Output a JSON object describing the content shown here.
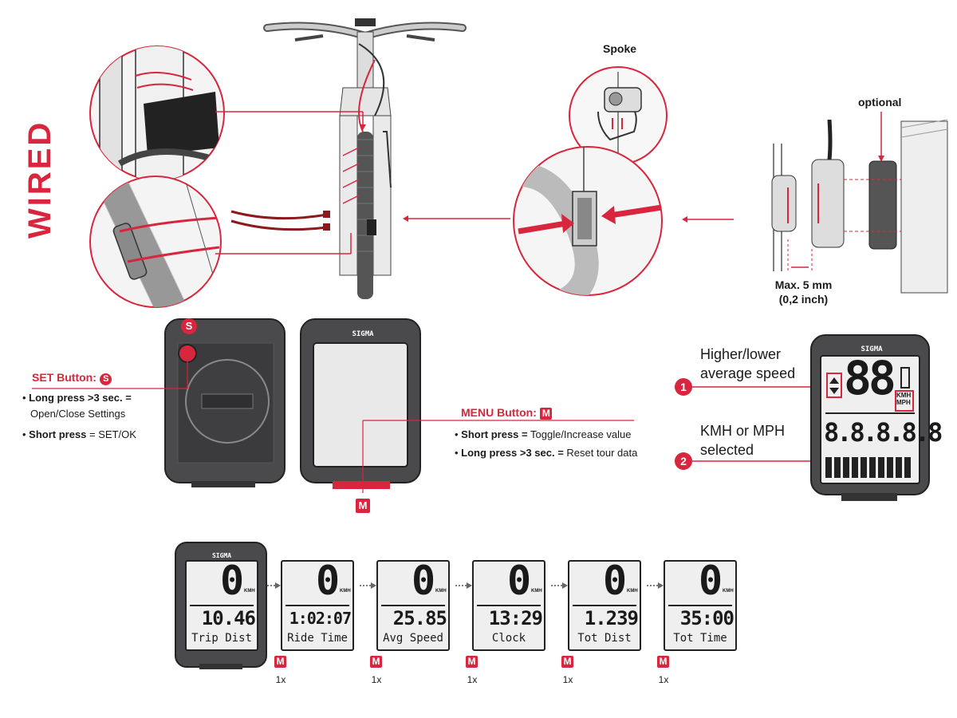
{
  "title": "WIRED",
  "labels": {
    "spoke": "Spoke",
    "optional": "optional",
    "max_line1": "Max. 5 mm",
    "max_line2": "(0,2 inch)"
  },
  "device_brand": "SIGMA",
  "set_button": {
    "heading": "SET Button:",
    "badge": "S",
    "bullets": [
      {
        "bold": "Long press >3 sec. =",
        "text": "Open/Close Settings"
      },
      {
        "bold": "Short press",
        "text": "= SET/OK"
      }
    ]
  },
  "menu_button": {
    "heading": "MENU Button:",
    "badge": "M",
    "bullets": [
      {
        "bold": "Short press =",
        "text": "Toggle/Increase value"
      },
      {
        "bold": "Long press >3 sec. =",
        "text": "Reset tour data"
      }
    ]
  },
  "callouts": [
    {
      "num": "1",
      "line1": "Higher/lower",
      "line2": "average speed"
    },
    {
      "num": "2",
      "line1": "KMH or MPH",
      "line2": "selected"
    }
  ],
  "display_demo": {
    "speed": "88",
    "unit1": "KMH",
    "unit2": "MPH",
    "row": "8.8.8.8.8"
  },
  "sequence": [
    {
      "speed": "0",
      "value": "10.46",
      "label": "Trip Dist"
    },
    {
      "speed": "0",
      "value": "1:02:07",
      "label": "Ride Time"
    },
    {
      "speed": "0",
      "value": "25.85",
      "label": "Avg Speed"
    },
    {
      "speed": "0",
      "value": "13:29",
      "label": "Clock"
    },
    {
      "speed": "0",
      "value": "1.239",
      "label": "Tot Dist"
    },
    {
      "speed": "0",
      "value": "35:00",
      "label": "Tot Time"
    }
  ],
  "unit_small": "KMH",
  "seq_badge": "M",
  "seq_press": "1x",
  "colors": {
    "accent": "#d7263d",
    "device": "#3a3a3c",
    "lcd": "#eeeeee"
  }
}
